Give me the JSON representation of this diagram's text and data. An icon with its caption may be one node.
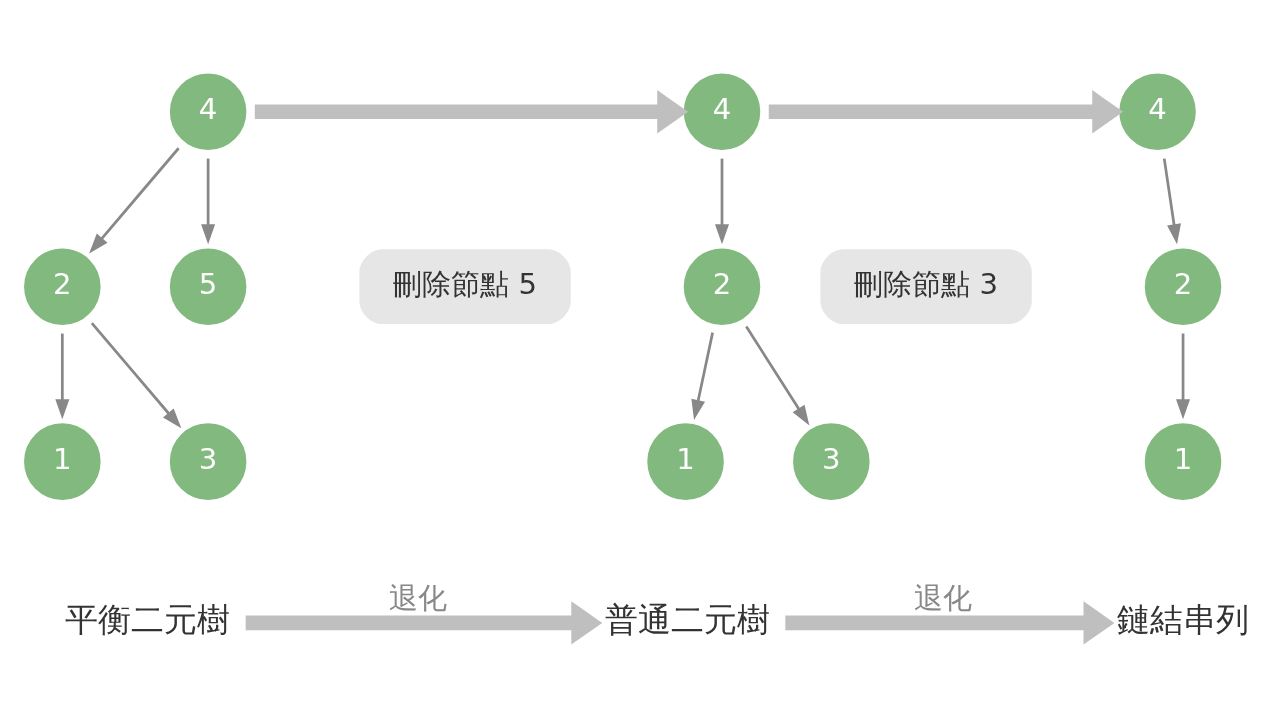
{
  "diagram": {
    "nodes": [
      {
        "text": [
          "4"
        ]
      },
      {
        "text": [
          "2"
        ]
      },
      {
        "text": [
          "5"
        ]
      },
      {
        "text": [
          "1"
        ]
      },
      {
        "text": [
          "3"
        ]
      },
      {
        "text": [
          "刪除節點 5"
        ]
      },
      {
        "text": [
          "4"
        ]
      },
      {
        "text": [
          "2"
        ]
      },
      {
        "text": [
          "1"
        ]
      },
      {
        "text": [
          "3"
        ]
      },
      {
        "text": [
          "刪除節點 3"
        ]
      },
      {
        "text": [
          "4"
        ]
      },
      {
        "text": [
          "2"
        ]
      },
      {
        "text": [
          "1"
        ]
      },
      {
        "text": [
          "平衡二元樹"
        ]
      },
      {
        "text": [
          "普通二元樹"
        ]
      },
      {
        "text": [
          "鏈結串列"
        ]
      }
    ],
    "edges": [
      {
        "from": 0,
        "to": 1,
        "arrow": "to"
      },
      {
        "from": 0,
        "to": 2,
        "arrow": "to"
      },
      {
        "from": 1,
        "to": 3,
        "arrow": "to"
      },
      {
        "from": 1,
        "to": 4,
        "arrow": "to"
      },
      {
        "from": 6,
        "to": 7,
        "arrow": "to"
      },
      {
        "from": 7,
        "to": 8,
        "arrow": "to"
      },
      {
        "from": 7,
        "to": 9,
        "arrow": "to"
      },
      {
        "from": 11,
        "to": 12,
        "arrow": "to"
      },
      {
        "from": 12,
        "to": 13,
        "arrow": "to"
      },
      {
        "from": 0,
        "to": 6,
        "arrow": "to",
        "style": "thick",
        "color": "#bfbfbf"
      },
      {
        "from": 6,
        "to": 11,
        "arrow": "to",
        "style": "thick",
        "color": "#bfbfbf"
      },
      {
        "from": 14,
        "to": 15,
        "label": "退化",
        "arrow": "to",
        "style": "thick",
        "color": "#bfbfbf"
      },
      {
        "from": 15,
        "to": 16,
        "label": "退化",
        "arrow": "to",
        "style": "thick",
        "color": "#bfbfbf"
      }
    ]
  }
}
